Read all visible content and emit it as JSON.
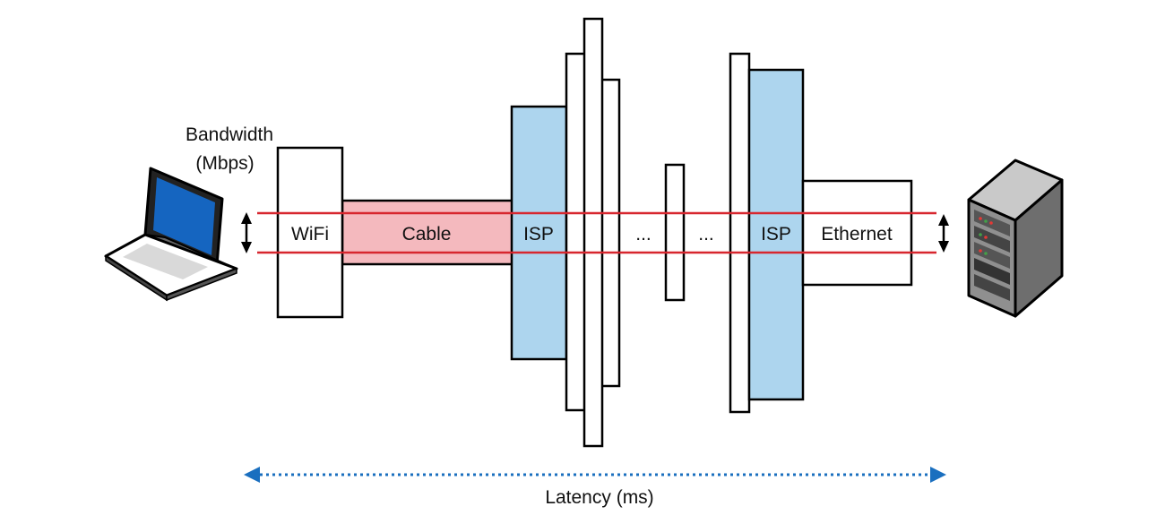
{
  "bandwidth_label": {
    "line1": "Bandwidth",
    "line2": "(Mbps)"
  },
  "latency_label": "Latency (ms)",
  "segments": {
    "wifi": "WiFi",
    "cable": "Cable",
    "isp_left": "ISP",
    "ellipsis_left": "...",
    "ellipsis_right": "...",
    "isp_right": "ISP",
    "ethernet": "Ethernet"
  },
  "colors": {
    "pipe_line": "#d7262e",
    "cable_fill": "#f4b9be",
    "isp_fill": "#add5ee",
    "latency_arrow": "#1a6fbf",
    "laptop_screen": "#1565c0",
    "outline": "#000000"
  },
  "icons": {
    "client": "laptop-icon",
    "server": "server-rack-icon"
  }
}
